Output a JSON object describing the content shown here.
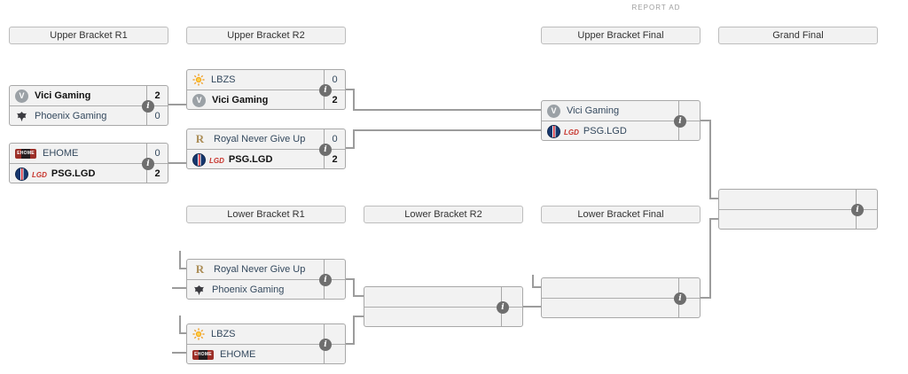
{
  "page": {
    "report_ad": "REPORT AD"
  },
  "colors": {
    "box_bg": "#f2f2f2",
    "box_border": "#a8a8a8",
    "header_border": "#bdbdbd",
    "connector": "#9c9c9c",
    "winner_text": "#111111",
    "team_text": "#34495e",
    "info_icon_bg": "#6e6e6e",
    "lbzs_orange": "#f6a81e",
    "rng_gold": "#ab8d57",
    "psg_blue": "#16376e",
    "lgd_red": "#c7342c",
    "ehome_red": "#9c2f28"
  },
  "headers": {
    "ub_r1": "Upper Bracket R1",
    "ub_r2": "Upper Bracket R2",
    "ub_final": "Upper Bracket Final",
    "grand_final": "Grand Final",
    "lb_r1": "Lower Bracket R1",
    "lb_r2": "Lower Bracket R2",
    "lb_final": "Lower Bracket Final"
  },
  "icons": {
    "vici": "vici-gaming-logo",
    "phoenix": "phoenix-gaming-logo",
    "ehome": "ehome-logo",
    "psg_lgd": "psg-lgd-logo",
    "lbzs": "lbzs-logo",
    "rng": "royal-never-give-up-logo",
    "info": "match-info-icon"
  },
  "matches": {
    "ub1_1": {
      "top": {
        "name": "Vici Gaming",
        "score": "2",
        "winner": true,
        "logo": "vici"
      },
      "bottom": {
        "name": "Phoenix Gaming",
        "score": "0",
        "winner": false,
        "logo": "phoenix"
      }
    },
    "ub1_2": {
      "top": {
        "name": "EHOME",
        "score": "0",
        "winner": false,
        "logo": "ehome"
      },
      "bottom": {
        "name": "PSG.LGD",
        "score": "2",
        "winner": true,
        "logo": "psg_lgd"
      }
    },
    "ub2_1": {
      "top": {
        "name": "LBZS",
        "score": "0",
        "winner": false,
        "logo": "lbzs"
      },
      "bottom": {
        "name": "Vici Gaming",
        "score": "2",
        "winner": true,
        "logo": "vici"
      }
    },
    "ub2_2": {
      "top": {
        "name": "Royal Never Give Up",
        "score": "0",
        "winner": false,
        "logo": "rng"
      },
      "bottom": {
        "name": "PSG.LGD",
        "score": "2",
        "winner": true,
        "logo": "psg_lgd"
      }
    },
    "ub_final": {
      "top": {
        "name": "Vici Gaming",
        "score": "",
        "winner": false,
        "logo": "vici"
      },
      "bottom": {
        "name": "PSG.LGD",
        "score": "",
        "winner": false,
        "logo": "psg_lgd"
      }
    },
    "grand_final": {
      "top": {
        "name": "",
        "score": "",
        "winner": false,
        "logo": null
      },
      "bottom": {
        "name": "",
        "score": "",
        "winner": false,
        "logo": null
      }
    },
    "lb1_1": {
      "top": {
        "name": "Royal Never Give Up",
        "score": "",
        "winner": false,
        "logo": "rng"
      },
      "bottom": {
        "name": "Phoenix Gaming",
        "score": "",
        "winner": false,
        "logo": "phoenix"
      }
    },
    "lb1_2": {
      "top": {
        "name": "LBZS",
        "score": "",
        "winner": false,
        "logo": "lbzs"
      },
      "bottom": {
        "name": "EHOME",
        "score": "",
        "winner": false,
        "logo": "ehome"
      }
    },
    "lb2": {
      "top": {
        "name": "",
        "score": "",
        "winner": false,
        "logo": null
      },
      "bottom": {
        "name": "",
        "score": "",
        "winner": false,
        "logo": null
      }
    },
    "lb_final": {
      "top": {
        "name": "",
        "score": "",
        "winner": false,
        "logo": null
      },
      "bottom": {
        "name": "",
        "score": "",
        "winner": false,
        "logo": null
      }
    }
  }
}
